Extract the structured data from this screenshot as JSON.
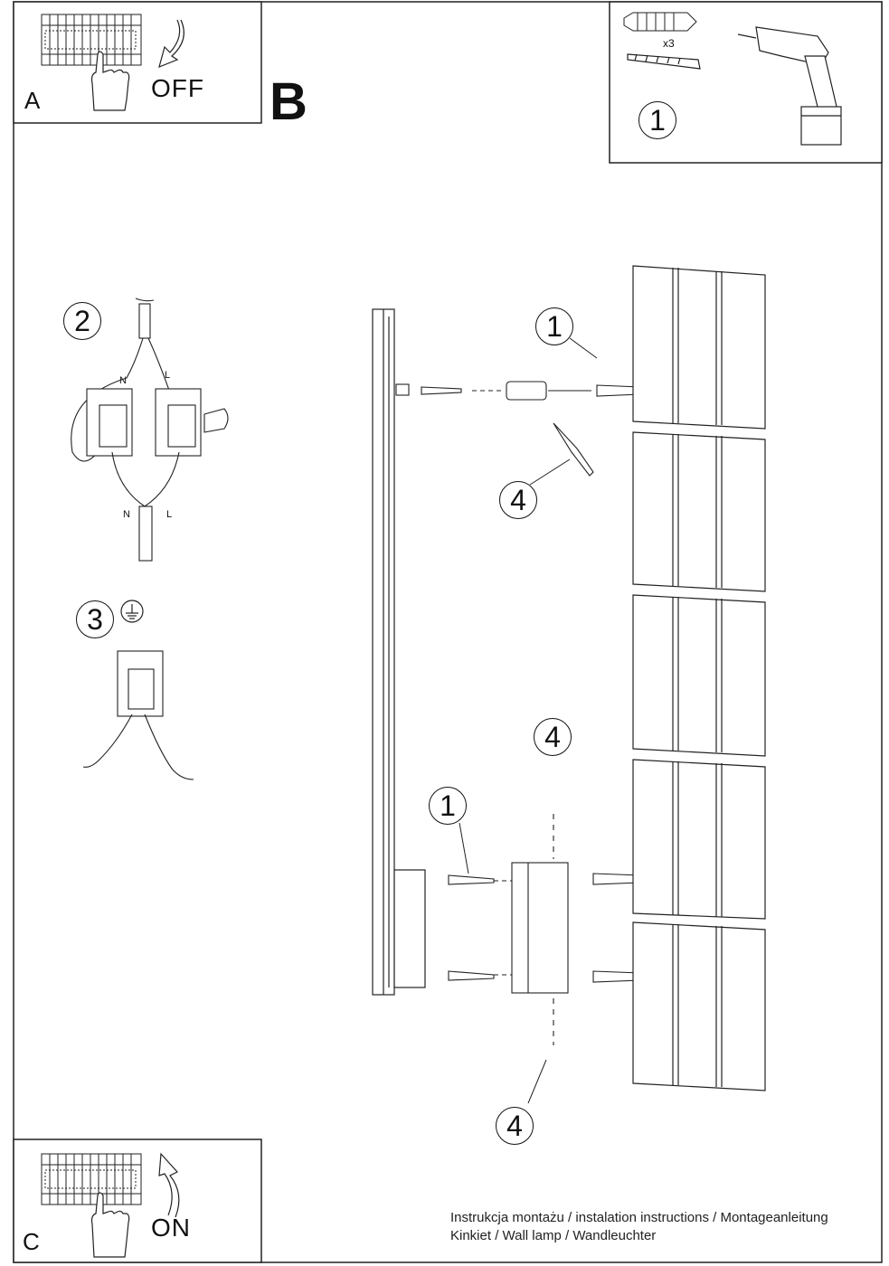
{
  "panels": {
    "a": {
      "letter": "A",
      "state": "OFF"
    },
    "b": {
      "letter": "B"
    },
    "c": {
      "letter": "C",
      "state": "ON"
    }
  },
  "tools": {
    "step": "1",
    "quantity": "x3"
  },
  "steps": {
    "wiring": "2",
    "ground": "3",
    "callout_screw_top": "1",
    "callout_key_top": "4",
    "callout_screw_bottom": "1",
    "callout_key_mid": "4",
    "callout_key_bottom": "4"
  },
  "wire_labels": {
    "neutral": "N",
    "live": "L"
  },
  "footer": {
    "line1": "Instrukcja montażu / instalation instructions / Montageanleitung",
    "line2": "Kinkiet / Wall lamp / Wandleuchter"
  }
}
